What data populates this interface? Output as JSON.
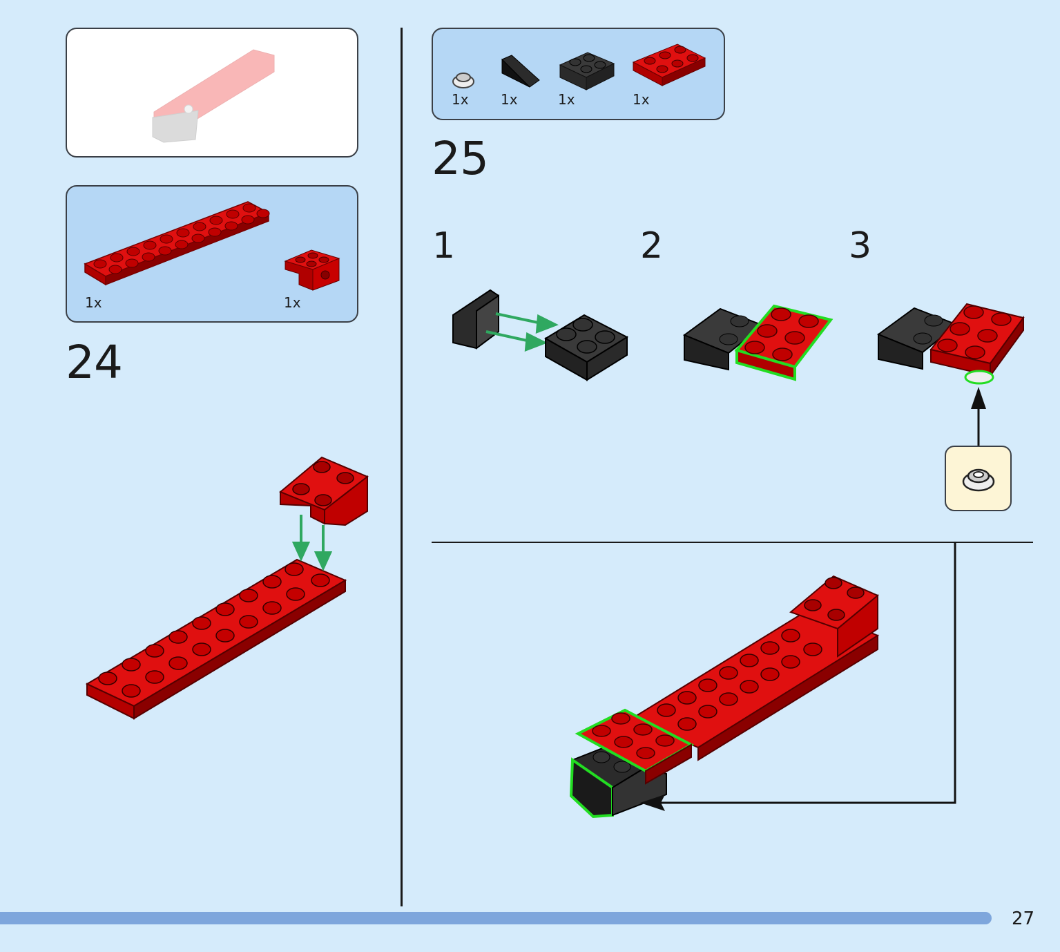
{
  "page": {
    "number": "27"
  },
  "step24": {
    "number": "24",
    "parts": [
      {
        "qty": "1x"
      },
      {
        "qty": "1x"
      }
    ]
  },
  "step25": {
    "number": "25",
    "parts": [
      {
        "qty": "1x"
      },
      {
        "qty": "1x"
      },
      {
        "qty": "1x"
      },
      {
        "qty": "1x"
      }
    ],
    "substeps": [
      {
        "number": "1"
      },
      {
        "number": "2"
      },
      {
        "number": "3"
      }
    ]
  },
  "colors": {
    "background": "#d5ebfb",
    "parts_box": "#b5d7f5",
    "brick_red": "#d40000",
    "brick_black": "#2b2b2b",
    "highlight_green": "#22dd22",
    "arrow_green": "#2fa860",
    "progress_bar": "#7ea6dc",
    "callout": "#fdf5d6"
  },
  "icons": {
    "assembly_arrow": "green-arrow-icon",
    "callout_arrow": "black-arrow-icon"
  }
}
